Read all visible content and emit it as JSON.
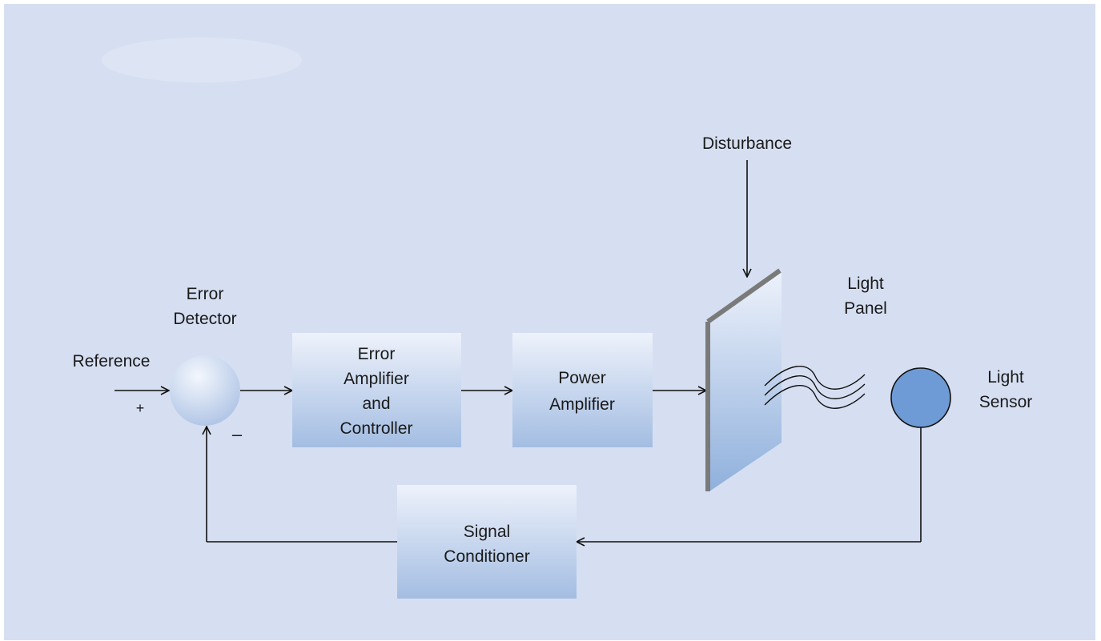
{
  "diagram": {
    "title": "",
    "colors": {
      "background": "#d6dff1",
      "block_top": "#eef2fb",
      "block_bottom": "#a3bde2",
      "sensor_fill": "#6e9bd6",
      "panel_edge": "#7a7a7a",
      "line": "#111111"
    },
    "labels": {
      "reference": "Reference",
      "plus": "+",
      "minus": "–",
      "error_detector_line1": "Error",
      "error_detector_line2": "Detector",
      "disturbance": "Disturbance",
      "light_panel_line1": "Light",
      "light_panel_line2": "Panel",
      "light_sensor_line1": "Light",
      "light_sensor_line2": "Sensor"
    },
    "blocks": {
      "error_amplifier": {
        "line1": "Error",
        "line2": "Amplifier",
        "line3": "and",
        "line4": "Controller"
      },
      "power_amplifier": {
        "line1": "Power",
        "line2": "Amplifier"
      },
      "signal_conditioner": {
        "line1": "Signal",
        "line2": "Conditioner"
      }
    }
  }
}
